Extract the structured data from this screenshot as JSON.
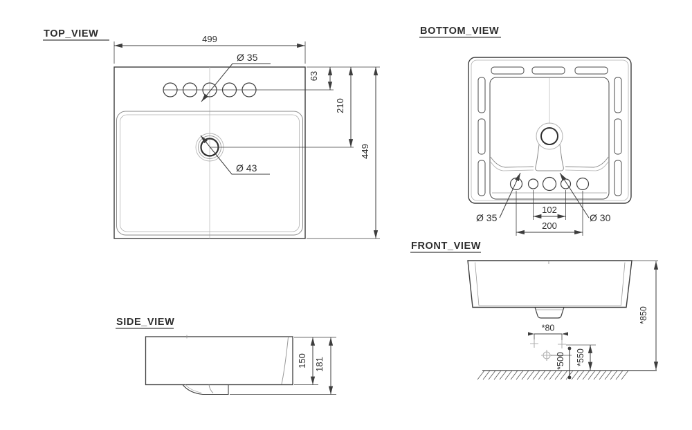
{
  "drawing": {
    "top_view": {
      "title": "TOP_VIEW",
      "dim_width": "499",
      "hole_label": "Ø 35",
      "dim_hole_offset": "63",
      "dim_drain_offset": "210",
      "dim_depth": "449",
      "drain_label": "Ø 43"
    },
    "bottom_view": {
      "title": "BOTTOM_VIEW",
      "hole_label_left": "Ø 35",
      "dim_inner_holes": "102",
      "dim_outer_holes": "200",
      "hole_label_right": "Ø 30"
    },
    "side_view": {
      "title": "SIDE_VIEW",
      "dim_body_height": "150",
      "dim_total_height": "181"
    },
    "front_view": {
      "title": "FRONT_VIEW",
      "dim_supply_spacing": "*80",
      "dim_drain_height": "*500",
      "dim_supply_height": "*550",
      "dim_rim_height": "*850"
    }
  },
  "colors": {
    "line": "#3d3d3d",
    "light_line": "#a8a8a8",
    "text": "#2e2e2e",
    "background": "#ffffff"
  }
}
